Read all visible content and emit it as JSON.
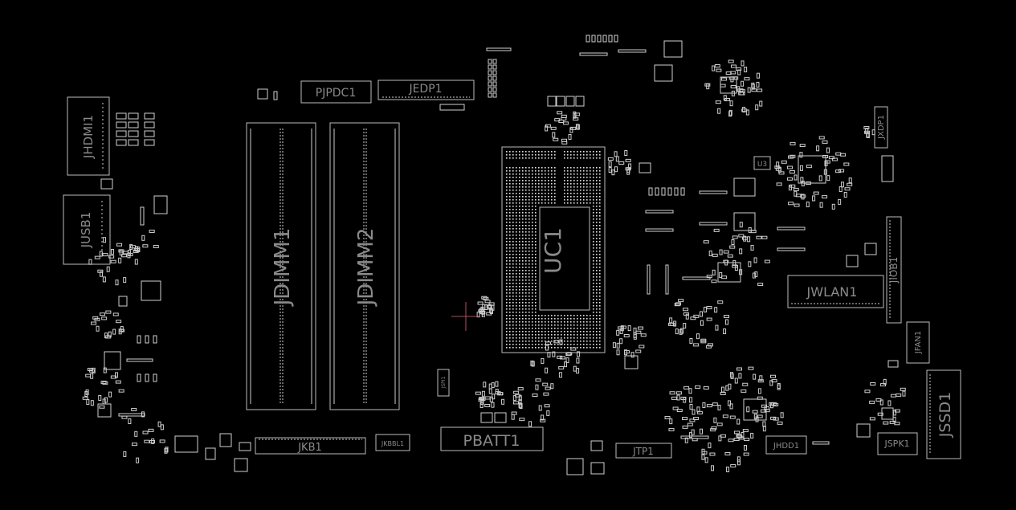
{
  "board": {
    "background": "#000000",
    "line_color": "#c8c8c8",
    "label_color": "#8a8a8a",
    "cursor_color": "#b05060"
  },
  "labels": {
    "jhdmi1": "JHDMI1",
    "jusb1": "JUSB1",
    "pjpdc1": "PJPDC1",
    "jedp1": "JEDP1",
    "jdimm1": "JDIMM1",
    "jdimm2": "JDIMM2",
    "uc1": "UC1",
    "jkb1": "JKB1",
    "jkbbl1": "JKBBL1",
    "pbatt1": "PBATT1",
    "jtp1": "JTP1",
    "jhdd1": "JHDD1",
    "jspk1": "JSPK1",
    "jssd1": "JSSD1",
    "jfan1": "JFAN1",
    "jwlan1": "JWLAN1",
    "jiob1": "JIOB1",
    "jxdp1": "JXDP1",
    "u3": "U3",
    "jspi1": "JSPI1"
  }
}
